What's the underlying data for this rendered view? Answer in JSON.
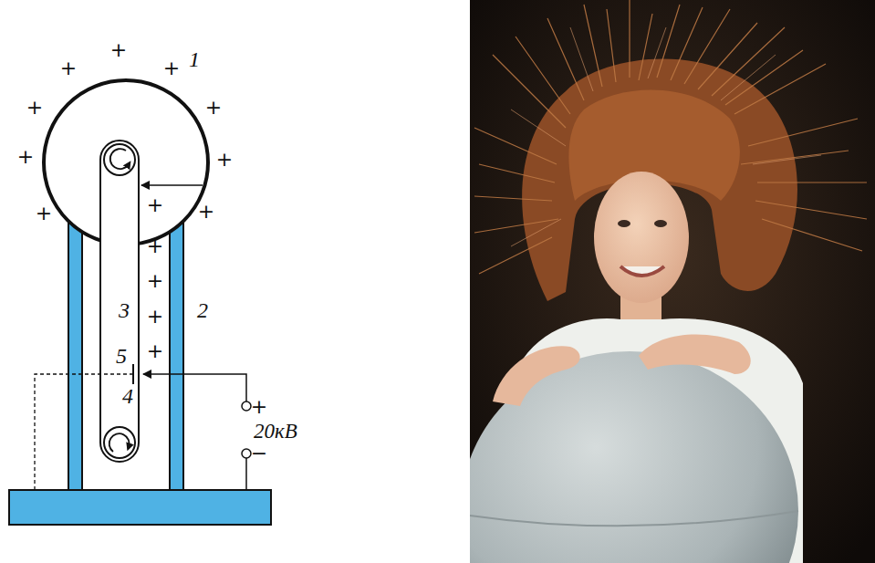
{
  "diagram": {
    "labels": [
      "+",
      "+",
      "+",
      "1",
      "+",
      "+",
      "+",
      "+",
      "+",
      "+",
      "+",
      "+",
      "+",
      "3",
      "2",
      "+",
      "+",
      "5",
      "4",
      "+",
      "20кВ",
      "−"
    ]
  }
}
